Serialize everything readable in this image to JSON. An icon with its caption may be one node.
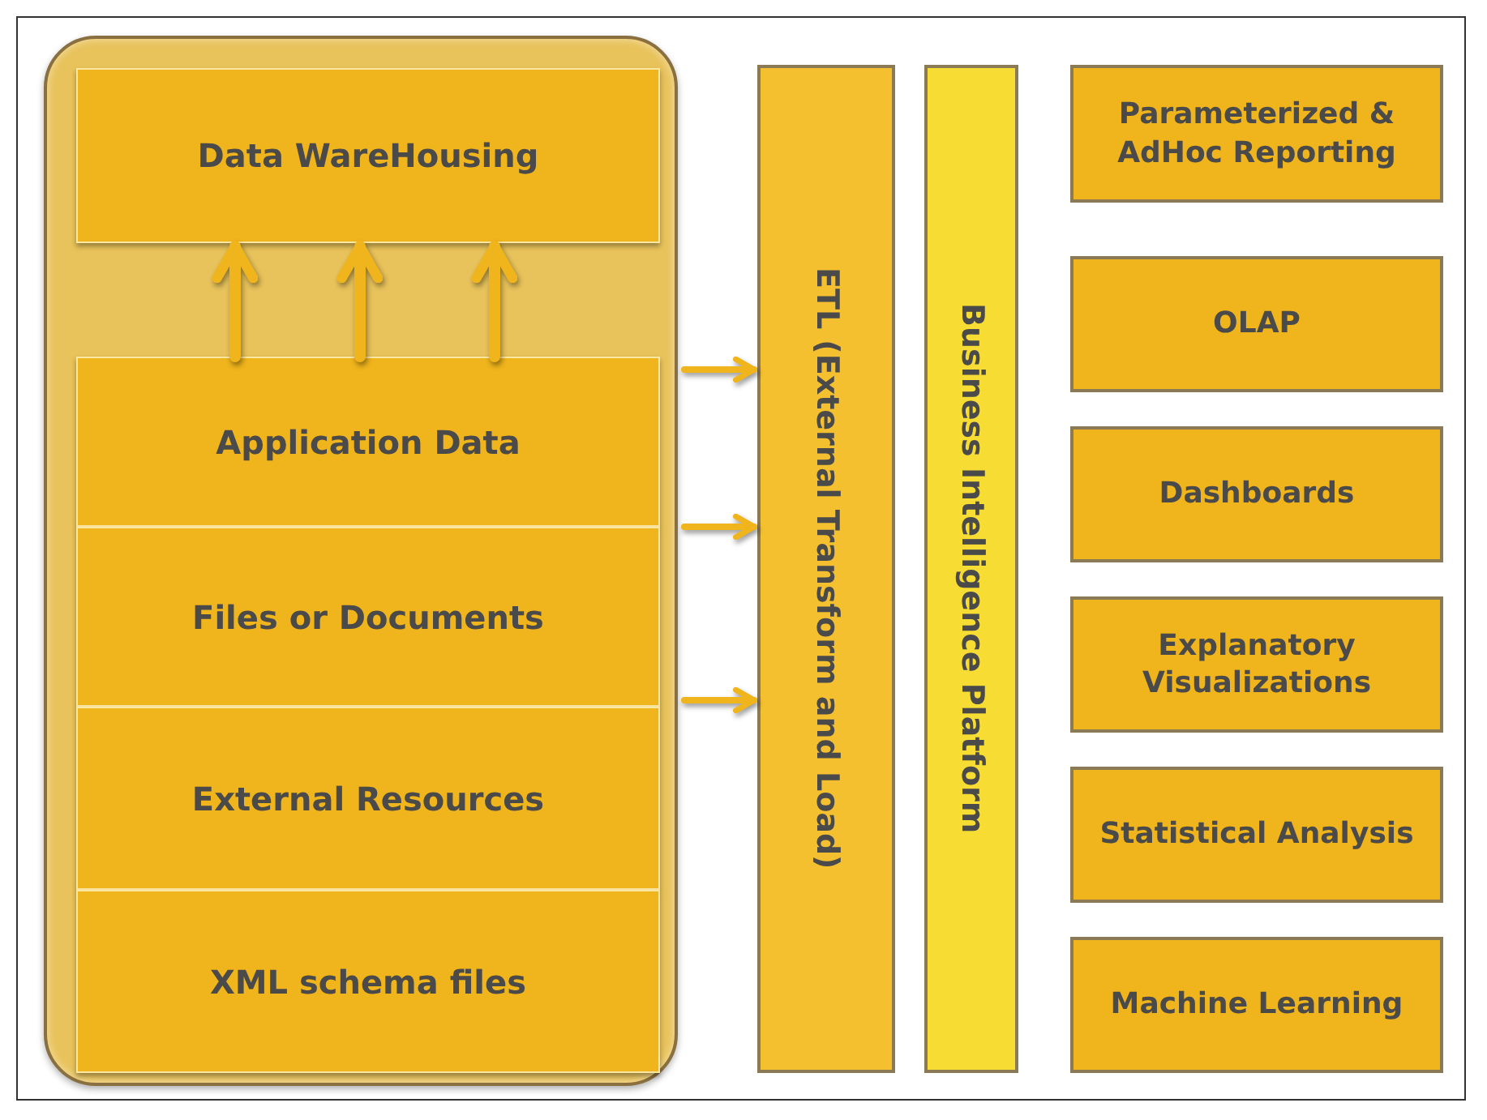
{
  "diagram": {
    "nodes": [
      {
        "text": [],
        "shape": "box"
      },
      {
        "text": [
          "Data WareHousing"
        ],
        "in": 0
      },
      {
        "text": [
          "Application Data"
        ],
        "in": 0
      },
      {
        "text": [
          "Files or Documents"
        ],
        "in": 0
      },
      {
        "text": [
          "External Resources"
        ],
        "in": 0
      },
      {
        "text": [
          "XML schema files"
        ],
        "in": 0
      },
      {
        "text": [
          "ETL (External Transform and Load)"
        ]
      },
      {
        "text": [
          "Business Intelligence Platform"
        ]
      },
      {
        "text": [
          "Parameterized & AdHoc Reporting"
        ]
      },
      {
        "text": [
          "OLAP"
        ]
      },
      {
        "text": [
          "Dashboards"
        ]
      },
      {
        "text": [
          "Explanatory Visualizations"
        ]
      },
      {
        "text": [
          "Statistical Analysis"
        ]
      },
      {
        "text": [
          "Machine Learning"
        ]
      }
    ],
    "edges": [
      {
        "from": 2,
        "to": 1,
        "arrow": "to"
      },
      {
        "from": 2,
        "to": 1,
        "arrow": "to"
      },
      {
        "from": 2,
        "to": 1,
        "arrow": "to"
      },
      {
        "from": 0,
        "to": 6,
        "arrow": "to"
      },
      {
        "from": 0,
        "to": 6,
        "arrow": "to"
      },
      {
        "from": 0,
        "to": 6,
        "arrow": "to"
      }
    ]
  }
}
